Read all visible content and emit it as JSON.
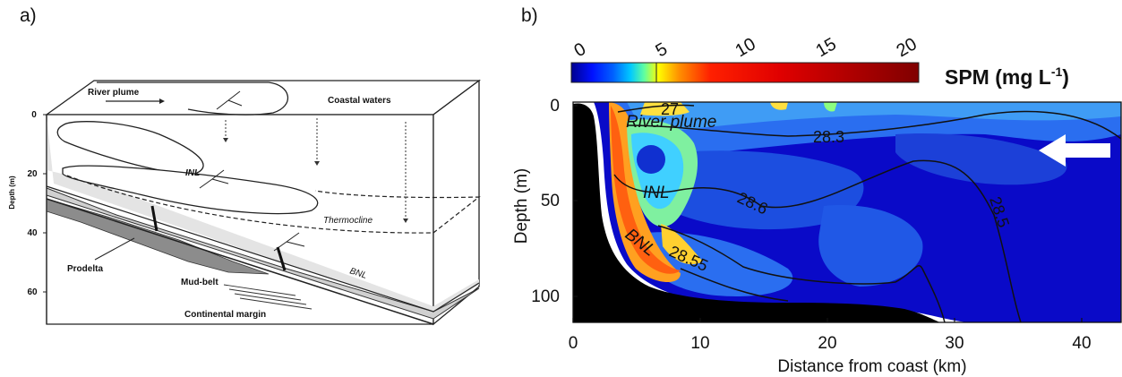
{
  "panel_a": {
    "label": "a)",
    "depth_axis_label": "Depth (m)",
    "depth_ticks": [
      "0",
      "20",
      "40",
      "60"
    ],
    "labels": {
      "river_plume": "River plume",
      "coastal_waters": "Coastal waters",
      "inl": "INL",
      "thermocline": "Thermocline",
      "bnl": "BNL",
      "prodelta": "Prodelta",
      "mud_belt": "Mud-belt",
      "continental_margin": "Continental margin"
    }
  },
  "panel_b": {
    "label": "b)",
    "colorbar": {
      "ticks": [
        "0",
        "5",
        "10",
        "15",
        "20"
      ],
      "unit_main": "SPM (mg L",
      "unit_sup": "-1",
      "unit_close": ")"
    },
    "ylabel": "Depth (m)",
    "xlabel": "Distance from coast (km)",
    "y_ticks": [
      "0",
      "50",
      "100"
    ],
    "x_ticks": [
      "0",
      "10",
      "20",
      "30",
      "40"
    ],
    "water_labels": {
      "river_plume": "River plume",
      "inl": "INL",
      "bnl": "BNL"
    },
    "isopycnals": [
      "27",
      "28.3",
      "28.6",
      "28.5",
      "28.55"
    ]
  }
}
